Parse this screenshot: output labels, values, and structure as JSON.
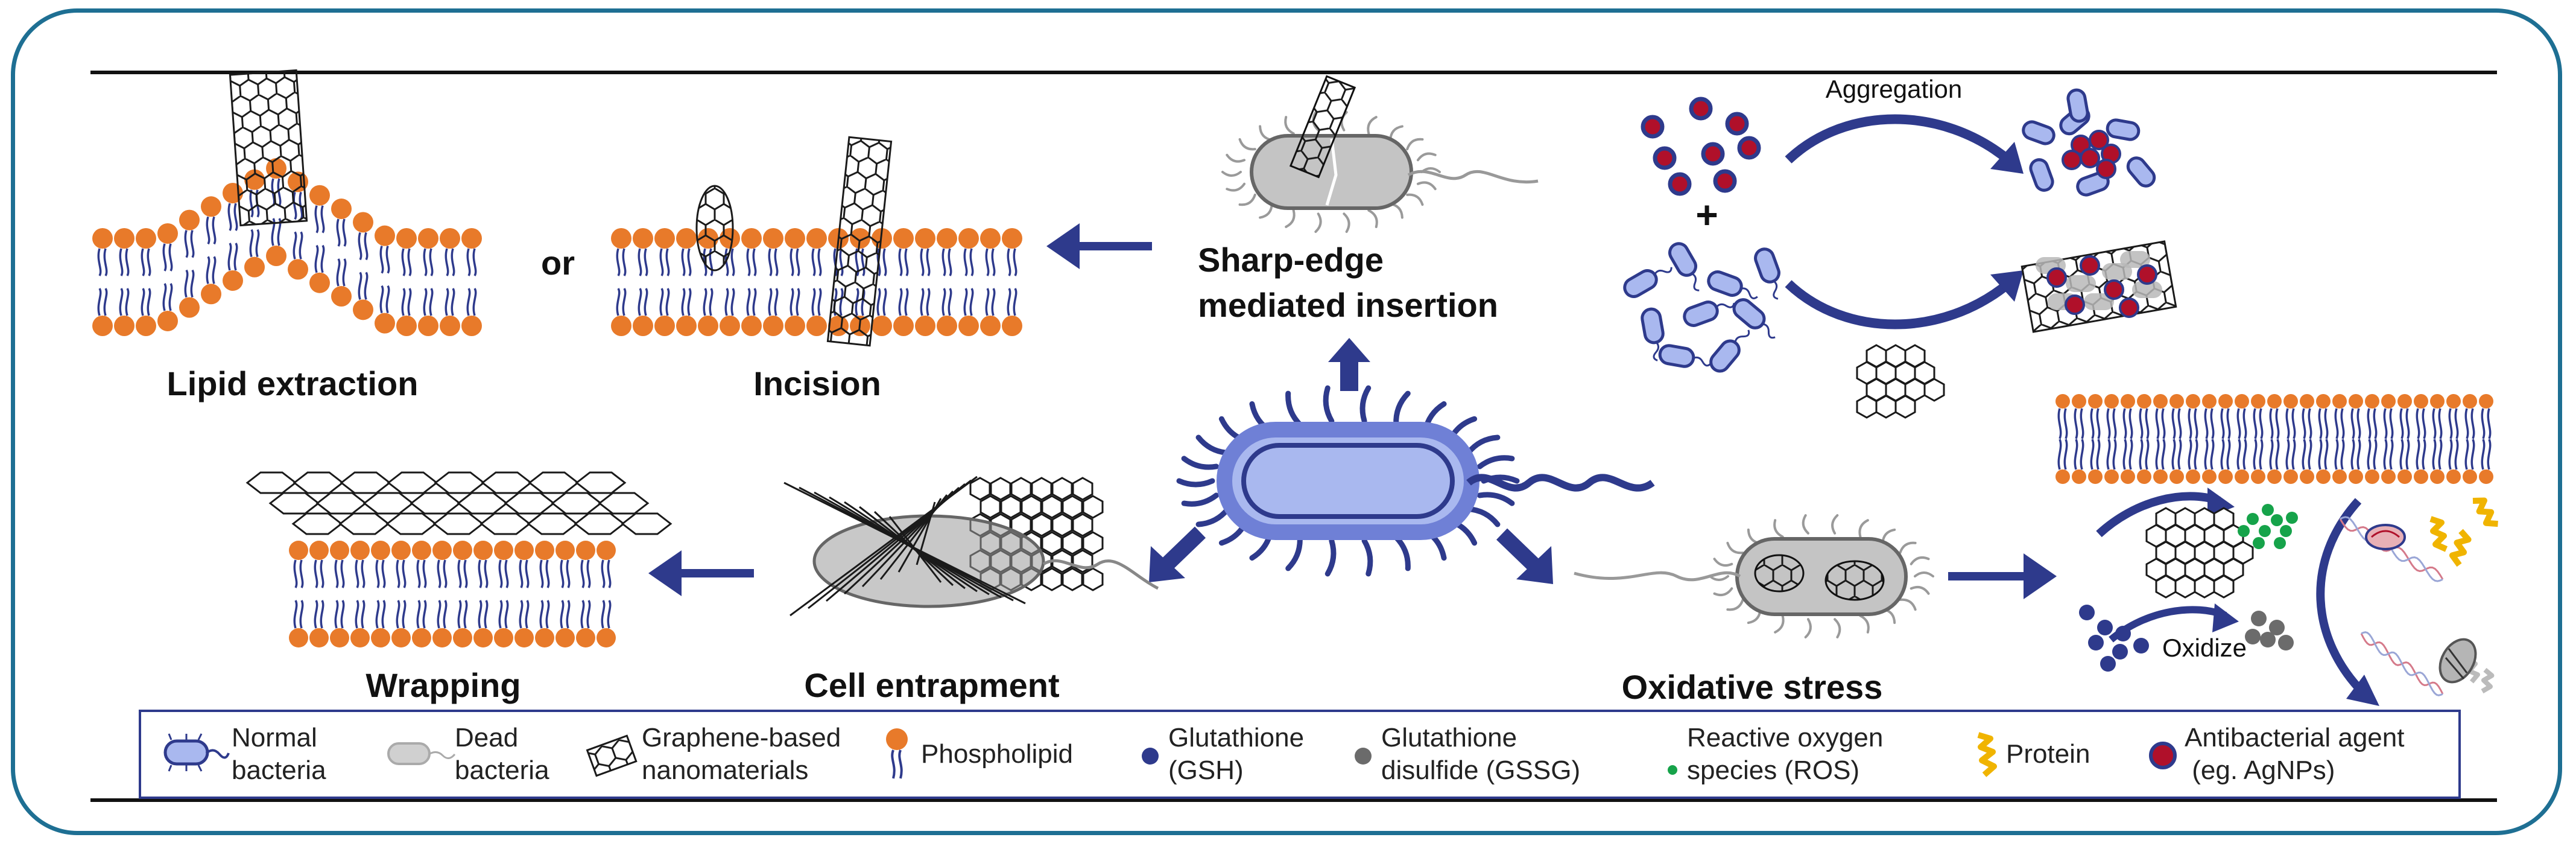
{
  "labels": {
    "lipid_extraction": "Lipid extraction",
    "or": "or",
    "incision": "Incision",
    "sharp_edge_line1": "Sharp-edge",
    "sharp_edge_line2": "mediated insertion",
    "aggregation": "Aggregation",
    "plus": "+",
    "wrapping": "Wrapping",
    "cell_entrapment": "Cell entrapment",
    "oxidative_stress": "Oxidative stress",
    "oxidize": "Oxidize"
  },
  "legend": [
    {
      "icon": "normal-bacteria-icon",
      "text": "Normal\nbacteria"
    },
    {
      "icon": "dead-bacteria-icon",
      "text": "Dead\nbacteria"
    },
    {
      "icon": "graphene-icon",
      "text": "Graphene-based\nnanomaterials"
    },
    {
      "icon": "phospholipid-icon",
      "text": "Phospholipid"
    },
    {
      "icon": "glutathione-icon",
      "text": "Glutathione\n(GSH)"
    },
    {
      "icon": "glutathione-disulfide-icon",
      "text": "Glutathione\ndisulfide (GSSG)"
    },
    {
      "icon": "ros-icon",
      "text": "Reactive oxygen\nspecies (ROS)"
    },
    {
      "icon": "protein-icon",
      "text": "Protein"
    },
    {
      "icon": "antibacterial-agent-icon",
      "text": "Antibacterial agent\n (eg. AgNPs)"
    }
  ],
  "colors": {
    "frame": "#1e6f93",
    "arrow": "#2e3a8c",
    "lipid_head": "#e87a2a",
    "lipid_tail": "#2e3a8c",
    "bacteria_fill": "#a9b8ef",
    "bacteria_stroke": "#2e3a8c",
    "dead_bacteria": "#b8b8b8",
    "agnp_core": "#b0102a",
    "ros": "#16a34a",
    "protein": "#f0b400",
    "gssg": "#6b6b6b"
  }
}
